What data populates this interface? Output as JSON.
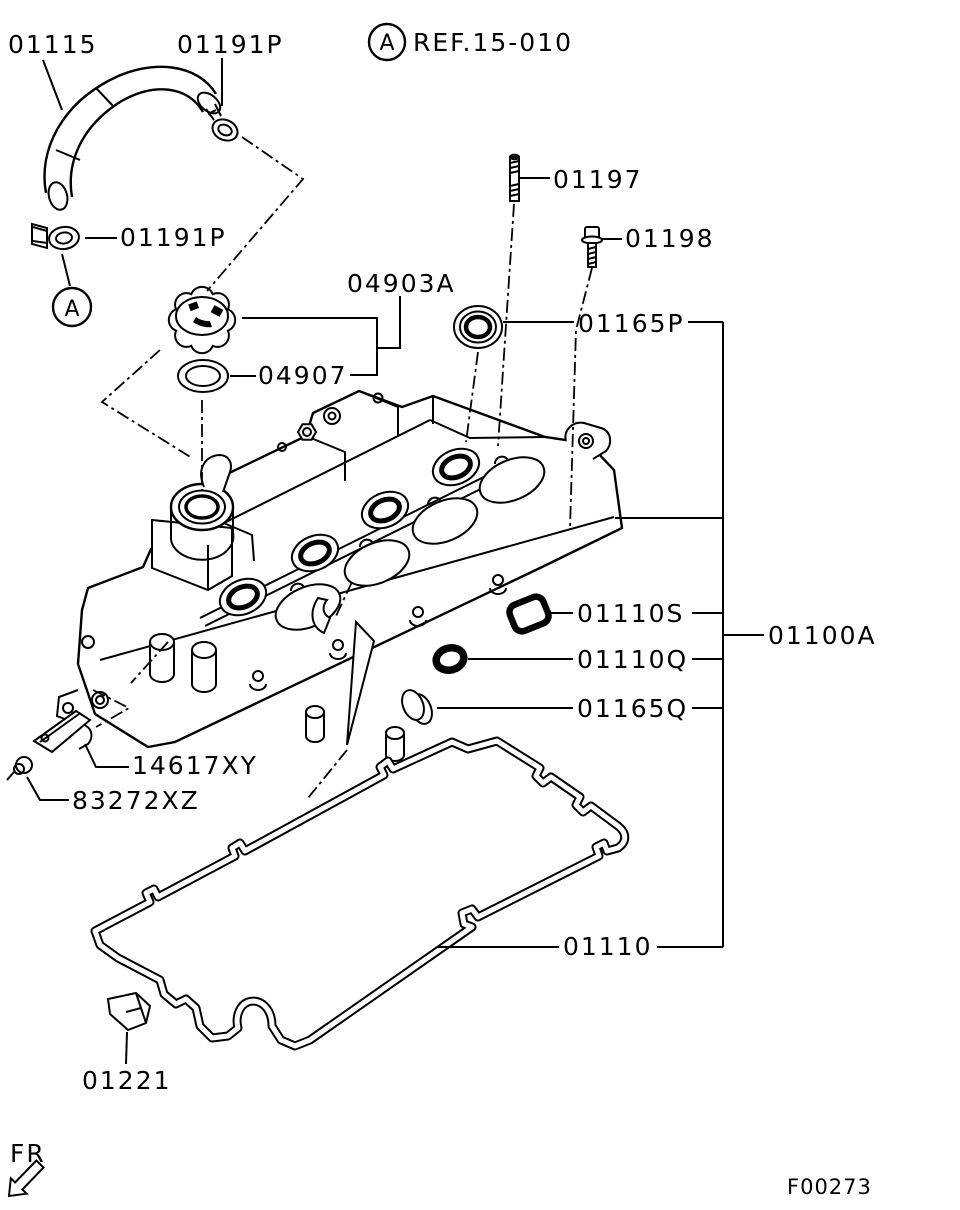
{
  "page": {
    "background": "#ffffff",
    "line_color": "#000000"
  },
  "reference": {
    "marker": "A",
    "text": "REF.15-010"
  },
  "view_marker": "A",
  "front_indicator": "FR",
  "figure_code": "F00273",
  "labels": {
    "hose": "01115",
    "clamp_upper": "01191P",
    "clamp_lower": "01191P",
    "stud": "01197",
    "bolt": "01198",
    "oil_filler_cap": "04903A",
    "cap_oring": "04907",
    "seal_p": "01165P",
    "square_gasket": "01110S",
    "cover_assembly": "01100A",
    "oring_q": "01110Q",
    "seal_q": "01165Q",
    "bracket": "14617XY",
    "bracket_bolt": "83272XZ",
    "cover_gasket": "01110",
    "packing": "01221"
  }
}
